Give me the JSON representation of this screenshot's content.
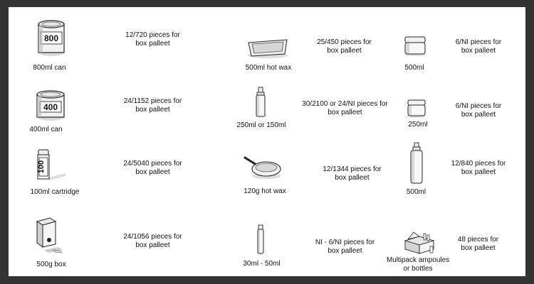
{
  "products": [
    {
      "label": "800ml can",
      "packing": "12/720 pieces for\nbox palleet",
      "icon_text": "800",
      "icon": "can-icon"
    },
    {
      "label": "500ml hot wax",
      "packing": "25/450 pieces for\nbox palleet",
      "icon": "tray-icon"
    },
    {
      "label": "500ml",
      "packing": "6/NI pieces for\nbox palleet",
      "icon": "jar-icon"
    },
    {
      "label": "400ml can",
      "packing": "24/1152 pieces for\nbox palleet",
      "icon_text": "400",
      "icon": "can-icon"
    },
    {
      "label": "250ml or 150ml",
      "packing": "30/2100 or 24/NI pieces for\nbox palleet",
      "icon": "bottle-icon"
    },
    {
      "label": "250ml",
      "packing": "6/NI pieces for\nbox palleet",
      "icon": "jar-icon"
    },
    {
      "label": "100ml cartridge",
      "packing": "24/5040 pieces for\nbox palleet",
      "icon_text": "100",
      "icon": "cartridge-icon"
    },
    {
      "label": "120g hot wax",
      "packing": "12/1344 pieces for\nbox palleet",
      "icon": "pan-icon"
    },
    {
      "label": "500ml",
      "packing": "12/840 pieces for\nbox palleet",
      "icon": "tall-bottle-icon"
    },
    {
      "label": "500g box",
      "packing": "24/1056 pieces for\nbox palleet",
      "icon": "box-icon"
    },
    {
      "label": "30ml - 50ml",
      "packing": "NI - 6/NI pieces for\nbox palleet",
      "icon": "vial-icon"
    },
    {
      "label": "Multipack  ampoules\nor bottles",
      "packing": "48 pieces for\nbox palleet",
      "icon": "multipack-icon"
    }
  ]
}
